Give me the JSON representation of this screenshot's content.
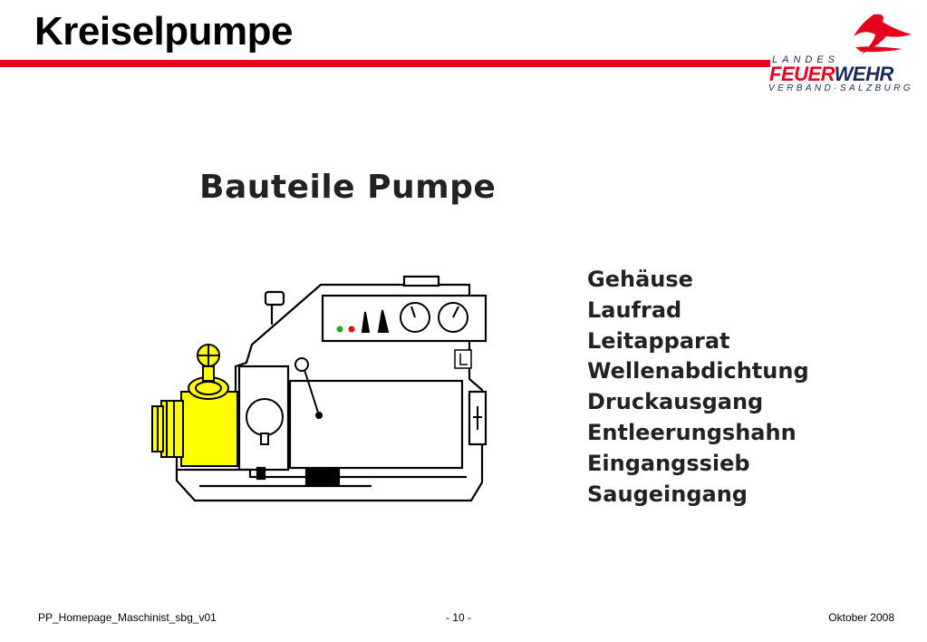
{
  "slide": {
    "title": "Kreiselpumpe"
  },
  "logo": {
    "line1": "LANDES",
    "word_red": "FEUER",
    "word_blue": "WEHR",
    "line3": "VERBAND·SALZBURG"
  },
  "figure": {
    "heading": "Bauteile Pumpe",
    "parts": [
      "Gehäuse",
      "Laufrad",
      "Leitapparat",
      "Wellenabdichtung",
      "Druckausgang",
      "Entleerungshahn",
      "Eingangssieb",
      "Saugeingang"
    ]
  },
  "footer": {
    "left": "PP_Homepage_Maschinist_sbg_v01",
    "center": "- 10 -",
    "right": "Oktober 2008"
  },
  "colors": {
    "accent_red": "#e5001b",
    "brand_blue": "#1a2a5a",
    "pump_yellow": "#ffff00"
  }
}
